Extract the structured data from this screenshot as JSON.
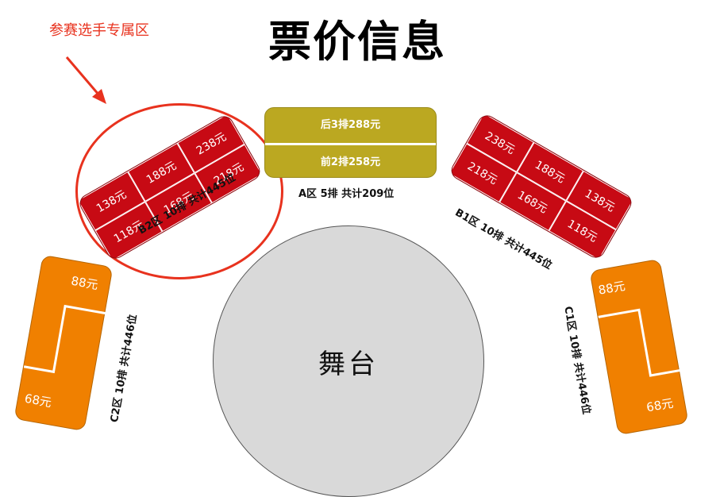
{
  "title": "票价信息",
  "annotation": "参赛选手专属区",
  "zone_a": {
    "rows": [
      "后3排288元",
      "前2排258元"
    ],
    "caption": "A区  5排  共计209位"
  },
  "zone_b2": {
    "prices_top": [
      "138元",
      "188元",
      "238元"
    ],
    "prices_bottom": [
      "118元",
      "168元",
      "218元"
    ],
    "caption": "B2区  10排  共计445位"
  },
  "zone_b1": {
    "prices_top": [
      "238元",
      "188元",
      "138元"
    ],
    "prices_bottom": [
      "218元",
      "168元",
      "118元"
    ],
    "caption": "B1区  10排  共计445位"
  },
  "zone_c2": {
    "price_top": "88元",
    "price_bottom": "68元",
    "caption": "C2区  10排  共计446位"
  },
  "zone_c1": {
    "price_top": "88元",
    "price_bottom": "68元",
    "caption": "C1区  10排  共计446位"
  },
  "stage": "舞台",
  "colors": {
    "zone_a": "#bba821",
    "zone_b": "#c70a14",
    "zone_c": "#f08000",
    "stage": "#d9d9d9",
    "annotation": "#e8321e"
  }
}
